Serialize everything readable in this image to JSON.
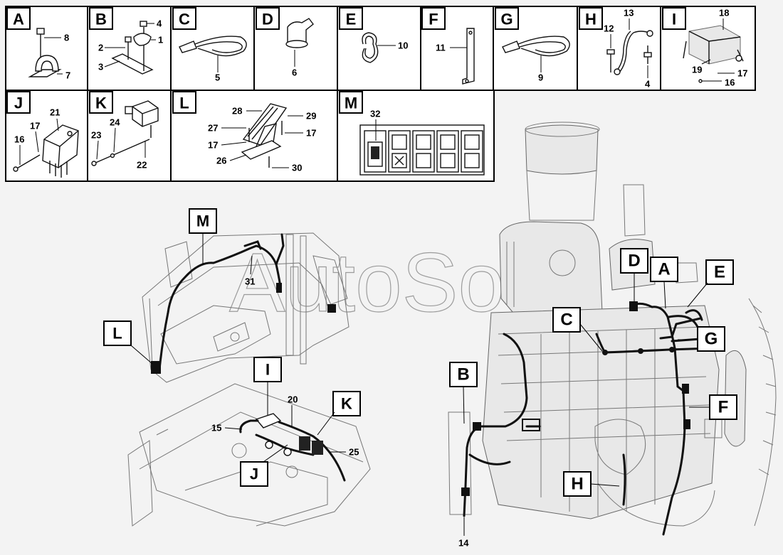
{
  "watermark": "AutoSoft",
  "panels": [
    {
      "id": "A",
      "label": "A",
      "numbers": [
        "8",
        "7"
      ]
    },
    {
      "id": "B",
      "label": "B",
      "numbers": [
        "4",
        "2",
        "1",
        "3"
      ]
    },
    {
      "id": "C",
      "label": "C",
      "numbers": [
        "5"
      ]
    },
    {
      "id": "D",
      "label": "D",
      "numbers": [
        "6"
      ]
    },
    {
      "id": "E",
      "label": "E",
      "numbers": [
        "10"
      ]
    },
    {
      "id": "F",
      "label": "F",
      "numbers": [
        "11"
      ]
    },
    {
      "id": "G",
      "label": "G",
      "numbers": [
        "9"
      ]
    },
    {
      "id": "H",
      "label": "H",
      "numbers": [
        "13",
        "12",
        "4"
      ]
    },
    {
      "id": "I",
      "label": "I",
      "numbers": [
        "18",
        "19",
        "17",
        "16"
      ]
    },
    {
      "id": "J",
      "label": "J",
      "numbers": [
        "21",
        "17",
        "16"
      ]
    },
    {
      "id": "K",
      "label": "K",
      "numbers": [
        "24",
        "23",
        "22"
      ]
    },
    {
      "id": "L",
      "label": "L",
      "numbers": [
        "28",
        "29",
        "27",
        "17",
        "17",
        "26",
        "30"
      ]
    },
    {
      "id": "M",
      "label": "M",
      "numbers": [
        "32"
      ]
    }
  ],
  "callouts": {
    "cab": [
      "M",
      "L"
    ],
    "cab_numbers": [
      "31"
    ],
    "frame": [
      "I",
      "K",
      "J"
    ],
    "frame_numbers": [
      "20",
      "15",
      "25"
    ],
    "engine": [
      "D",
      "A",
      "E",
      "C",
      "G",
      "B",
      "F",
      "H"
    ],
    "engine_numbers": [
      "14"
    ]
  }
}
